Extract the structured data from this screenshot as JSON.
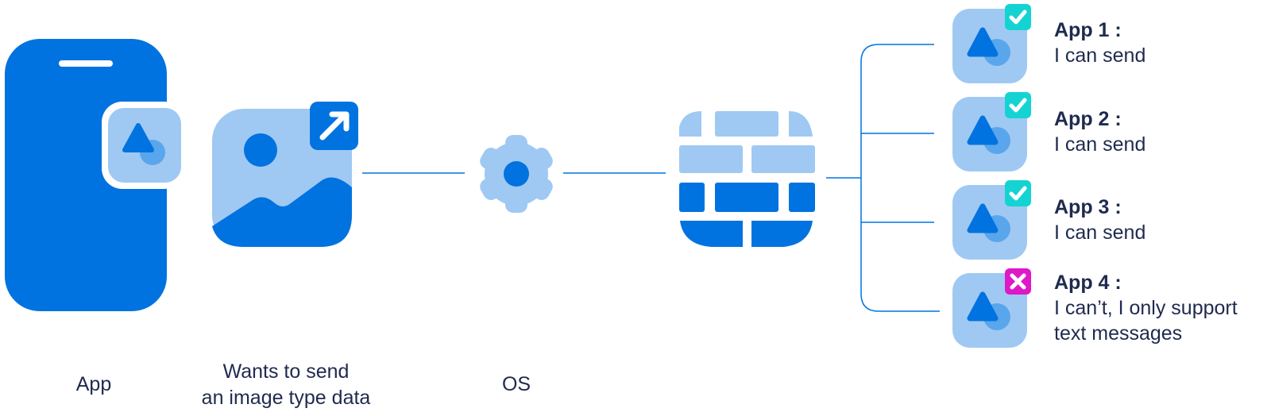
{
  "colors": {
    "primary": "#0073e0",
    "light": "#9fc9f3",
    "mid": "#5aa6ec",
    "check": "#14d3d3",
    "cross": "#de19c8",
    "text": "#1f2a4e"
  },
  "labels": {
    "app": "App",
    "send_line1": "Wants to send",
    "send_line2": "an image type data",
    "os": "OS"
  },
  "targets": [
    {
      "title": "App 1 :",
      "message": "I can send",
      "status": "check-icon"
    },
    {
      "title": "App 2 :",
      "message": "I can send",
      "status": "check-icon"
    },
    {
      "title": "App 3 :",
      "message": "I can send",
      "status": "check-icon"
    },
    {
      "title": "App 4 :",
      "message": "I can't, I only support text messages",
      "message_line1": "I can’t, I only support",
      "message_line2": "text messages",
      "status": "cross-icon"
    }
  ]
}
